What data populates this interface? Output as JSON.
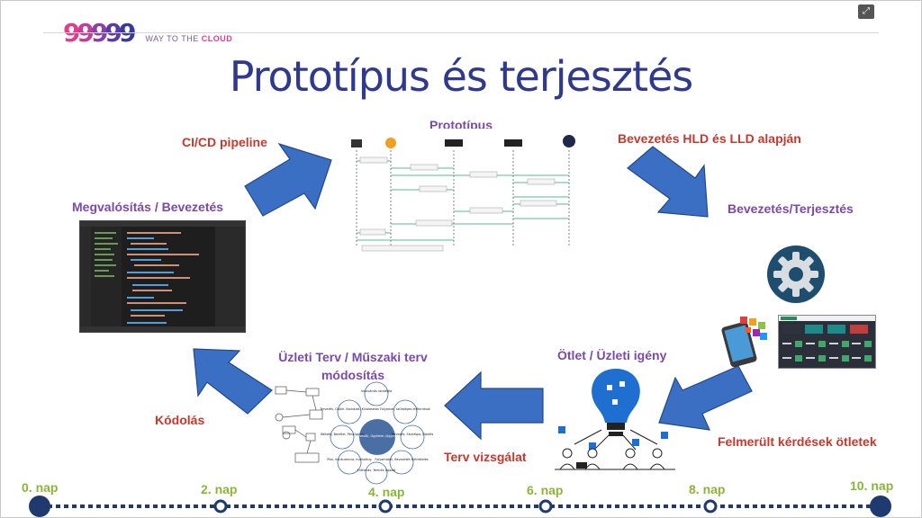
{
  "header": {
    "logo_text": "99999",
    "tagline_prefix": "WAY TO THE",
    "tagline_accent": "CLOUD",
    "expand_icon": "expand-icon"
  },
  "title": "Prototípus és terjesztés",
  "labels": {
    "prototipus": "Prototípus",
    "cicd": "CI/CD pipeline",
    "bevezetes_hld": "Bevezetés HLD és LLD alapján",
    "megvalositas": "Megvalósítás / Bevezetés",
    "bevezetes_terjesztes": "Bevezetés/Terjesztés",
    "uzleti_terv_line1": "Üzleti Terv / Műszaki terv",
    "uzleti_terv_line2": "módosítás",
    "otlet": "Ötlet / Üzleti igény",
    "kodolas": "Kódolás",
    "felmerult": "Felmerült kérdések ötletek",
    "terv_vizsgalat": "Terv vizsgálat"
  },
  "timeline": {
    "days": [
      "0. nap",
      "2. nap",
      "4. nap",
      "6. nap",
      "8. nap",
      "10. nap"
    ]
  },
  "diagram_nodes": {
    "center": "Vevők, Ügyfelek (Ugye)",
    "nodes": [
      "Innovációs stratégia",
      "Folyamat, szükséges erőforrások",
      "Tervezés, Stratégia, Döntés",
      "Folyamatok, Bevezetés Kiértékelés",
      "Erőforrás, Termék Ágazat",
      "Piac, Konkurencia, marketing",
      "Költség, Bevétel, Pénzügyek",
      "Tervezés, Csökk. Kockázat, Kiválasztás"
    ]
  },
  "colors": {
    "title": "#2f3a8f",
    "purple_label": "#7b4aa8",
    "red_label": "#c5392f",
    "green_label": "#8bb43a",
    "arrow_fill": "#3a6fc4",
    "arrow_stroke": "#23488a",
    "timeline": "#1f3a6e"
  }
}
